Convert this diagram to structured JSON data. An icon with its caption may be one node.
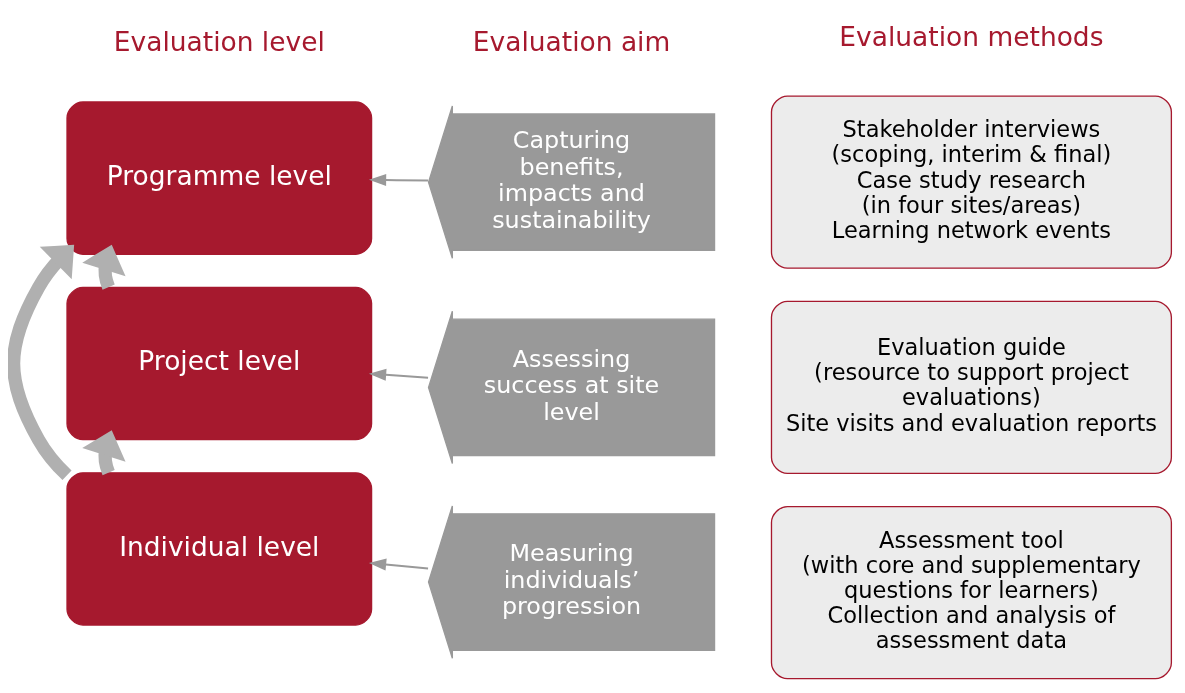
{
  "diagram": {
    "nodes": [
      {
        "text": [
          "Programme level"
        ]
      },
      {
        "text": [
          "Project level"
        ]
      },
      {
        "text": [
          "Individual level"
        ]
      },
      {
        "text": [
          "Capturing benefits, impacts and sustainability"
        ]
      },
      {
        "text": [
          "Assessing success at site level"
        ]
      },
      {
        "text": [
          "Measuring individuals’ progression"
        ]
      },
      {
        "text": [
          "Stakeholder interviews",
          "(scoping, interim & final)",
          "Case study research",
          "(in four sites/areas)",
          "Learning network events"
        ]
      },
      {
        "text": [
          "Evaluation guide",
          "(resource to support project evaluations)",
          "Site visits and evaluation reports"
        ]
      },
      {
        "text": [
          "Assessment tool",
          "(with core and supplementary questions for learners)",
          "Collection and analysis of assessment data"
        ]
      }
    ],
    "edges": [
      {
        "from": 3,
        "to": 0,
        "arrow": "to"
      },
      {
        "from": 4,
        "to": 1,
        "arrow": "to"
      },
      {
        "from": 5,
        "to": 2,
        "arrow": "to"
      },
      {
        "from": 1,
        "to": 0,
        "arrow": "to",
        "style": "thick"
      },
      {
        "from": 2,
        "to": 1,
        "arrow": "to",
        "style": "thick"
      },
      {
        "from": 2,
        "to": 0,
        "arrow": "to",
        "style": "thick"
      }
    ],
    "labels": [
      "Evaluation level",
      "Evaluation aim",
      "Evaluation methods"
    ]
  }
}
